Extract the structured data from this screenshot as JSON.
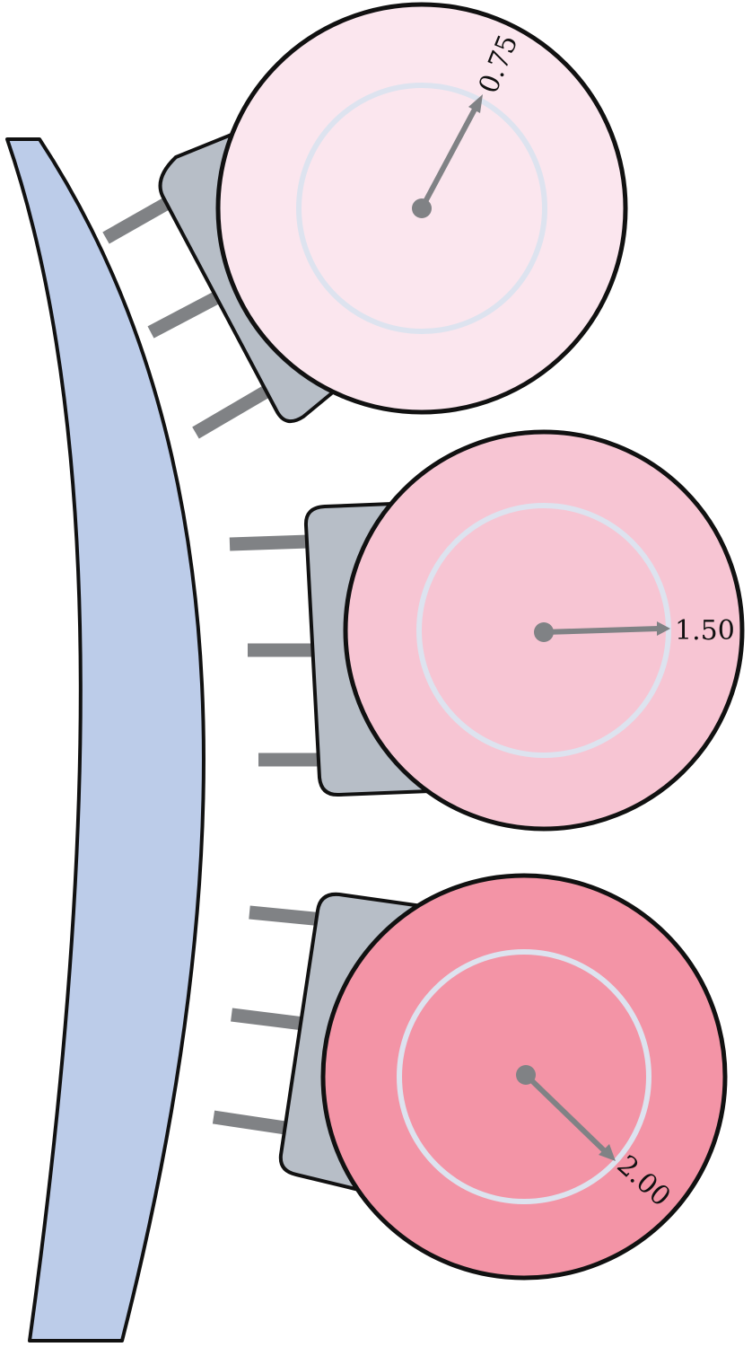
{
  "colors": {
    "plate": "#bccce9",
    "bracket": "#b7bec7",
    "connector": "#808285",
    "ring": "#dde3ef",
    "pointer": "#808285",
    "outline": "#111111",
    "wheel_fills": [
      "#fbe6ee",
      "#f7c5d3",
      "#f394a6"
    ]
  },
  "wheels": [
    {
      "label": "0.75",
      "radius_fraction": 0.75
    },
    {
      "label": "1.50",
      "radius_fraction": 1.5
    },
    {
      "label": "2.00",
      "radius_fraction": 2.0
    }
  ]
}
